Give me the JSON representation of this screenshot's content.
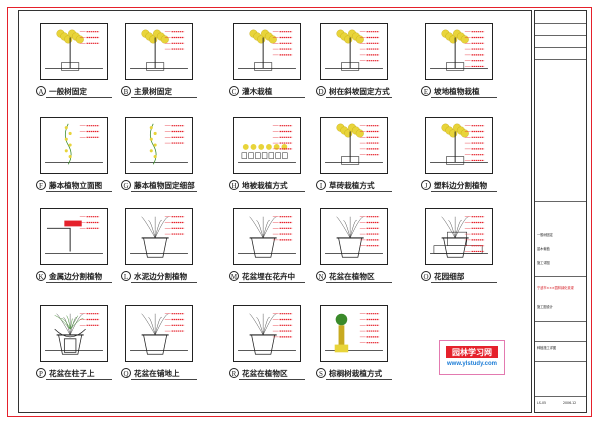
{
  "details": [
    {
      "letter": "A",
      "caption": "一般树固定"
    },
    {
      "letter": "B",
      "caption": "主景树固定"
    },
    {
      "letter": "C",
      "caption": "灌木栽植"
    },
    {
      "letter": "D",
      "caption": "树在斜坡固定方式"
    },
    {
      "letter": "E",
      "caption": "坡地植物栽植"
    },
    {
      "letter": "F",
      "caption": "藤本植物立面图"
    },
    {
      "letter": "G",
      "caption": "藤本植物固定细部"
    },
    {
      "letter": "H",
      "caption": "地被栽植方式"
    },
    {
      "letter": "I",
      "caption": "草砖栽植方式"
    },
    {
      "letter": "J",
      "caption": "塑料边分割植物"
    },
    {
      "letter": "K",
      "caption": "金属边分割植物"
    },
    {
      "letter": "L",
      "caption": "水泥边分割植物"
    },
    {
      "letter": "M",
      "caption": "花盆埋在花卉中"
    },
    {
      "letter": "N",
      "caption": "花盆在植物区"
    },
    {
      "letter": "O",
      "caption": "花园细部"
    },
    {
      "letter": "P",
      "caption": "花盆在柱子上"
    },
    {
      "letter": "Q",
      "caption": "花盆在铺地上"
    },
    {
      "letter": "R",
      "caption": "花盆在植物区"
    },
    {
      "letter": "S",
      "caption": "棕榈树栽植方式"
    }
  ],
  "logo": {
    "name": "园林学习网",
    "url": "www.ylstudy.com"
  },
  "title_block": {
    "rows": [
      "一般树固定",
      "苗木栽植",
      "施工详图",
      "宁波市×××园林绿化景观",
      "施工图设计",
      "种植施工详图"
    ],
    "drawing_no": "LS-05",
    "date": "2006.12"
  },
  "colors": {
    "border": "#e5212b",
    "annotation": "#e5212b",
    "plant": "#e8d43a",
    "line": "#222222"
  }
}
